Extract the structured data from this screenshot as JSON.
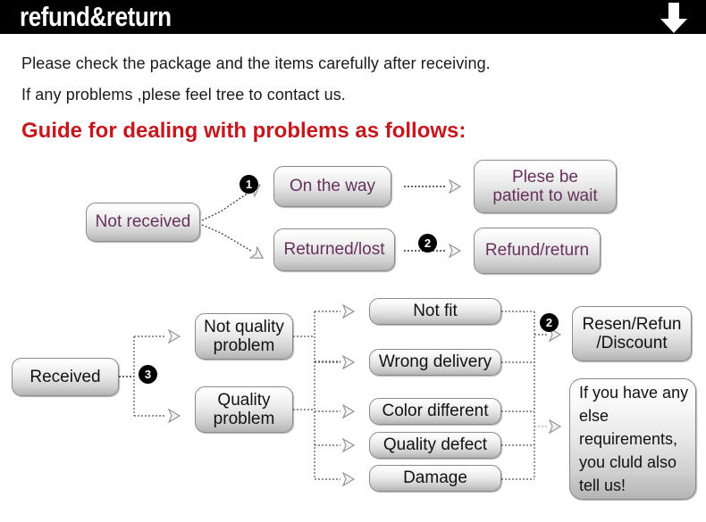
{
  "header": {
    "title": "refund&return",
    "arrow_icon": "down-arrow-icon",
    "background_color": "#000000",
    "text_color": "#ffffff"
  },
  "intro": {
    "line1": "Please check the package and the items carefully after receiving.",
    "line2": "If any problems ,plese feel tree to contact us.",
    "heading": "Guide for dealing with problems as follows:",
    "heading_color": "#c8161d"
  },
  "flow_not_received": {
    "source": "Not received",
    "branches": [
      {
        "badge": "1",
        "label": "On the way",
        "result": "Plese be\npatient to wait"
      },
      {
        "badge": "2",
        "label": "Returned/lost",
        "result": "Refund/return"
      }
    ],
    "on_the_way": "On the way",
    "returned_lost": "Returned/lost",
    "plese_wait_line1": "Plese be",
    "plese_wait_line2": "patient to wait",
    "refund_return": "Refund/return",
    "badge1": "1",
    "badge2": "2",
    "text_color": "#66315c"
  },
  "flow_received": {
    "source": "Received",
    "badge3": "3",
    "badge2": "2",
    "not_quality_line1": "Not quality",
    "not_quality_line2": "problem",
    "quality_line1": "Quality",
    "quality_line2": "problem",
    "reasons_not_quality": [
      "Not fit",
      "Wrong delivery"
    ],
    "reasons_quality": [
      "Color different",
      "Quality defect",
      "Damage"
    ],
    "not_fit": "Not fit",
    "wrong_delivery": "Wrong delivery",
    "color_different": "Color different",
    "quality_defect": "Quality defect",
    "damage": "Damage",
    "resend_line1": "Resen/Refun",
    "resend_line2": "/Discount",
    "note": "If you have any else requirements, you cluld also tell us!",
    "text_color": "#111111"
  },
  "style": {
    "box_border_color": "#8a8a8a",
    "box_gradient_top": "#ffffff",
    "box_gradient_bottom": "#b4b4b4",
    "connector_color": "#555555",
    "page_background": "#ffffff"
  }
}
